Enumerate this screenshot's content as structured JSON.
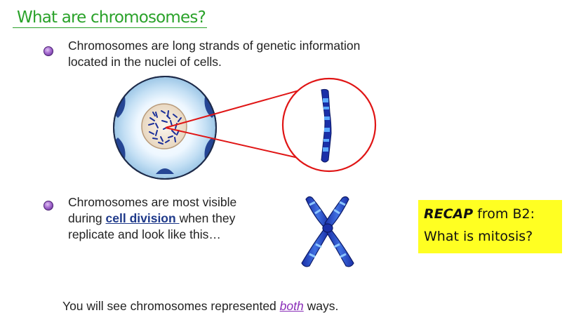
{
  "slide": {
    "title": "What are chromosomes?",
    "bullet1": {
      "line1": "Chromosomes are long strands of genetic information",
      "line2": "located in the nuclei of cells."
    },
    "bullet2": {
      "line1": "Chromosomes are most visible",
      "line2_prefix": "during ",
      "line2_link": "cell division ",
      "line2_suffix": "when they",
      "line3": "replicate and look like this…"
    },
    "recap": {
      "bold": "RECAP",
      "line1_rest": " from B2:",
      "line2": "What is mitosis?"
    },
    "footer": {
      "prefix": "You will see chromosomes represented ",
      "emphasis": "both",
      "suffix": " ways."
    }
  },
  "colors": {
    "title": "#2aa22a",
    "bullet": "#a56ad0",
    "link": "#1f3a8a",
    "emphasis": "#8a2fb8",
    "recap_bg": "#ffff22",
    "zoom_lines": "#e01515",
    "chromosome_dark": "#1a2fa8",
    "chromosome_light": "#4da0ff"
  },
  "icons": {
    "bullets": "purple-orb-bullet",
    "cell": "cell-nucleus-illustration",
    "zoom": "magnified-single-chromosome",
    "x_chromosome": "replicated-x-chromosome"
  }
}
